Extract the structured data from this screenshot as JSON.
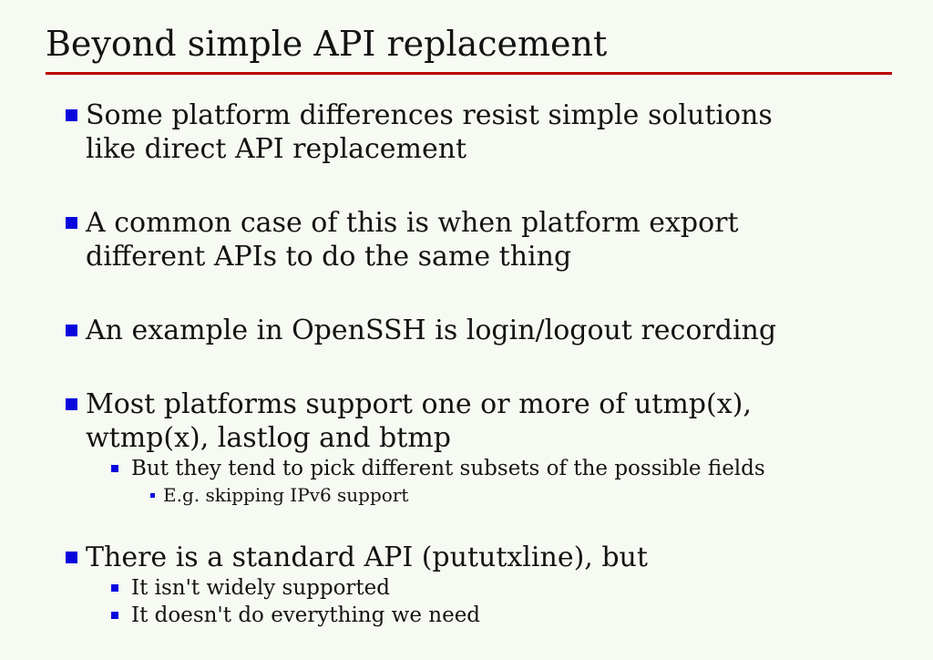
{
  "slide": {
    "title": "Beyond simple API replacement",
    "items": [
      {
        "label": "Some platform differences resist simple solutions\nlike direct API replacement"
      },
      {
        "label": "A common case of this is when platform export\ndifferent APIs to do the same thing"
      },
      {
        "label": "An example in OpenSSH is login/logout recording"
      },
      {
        "label": "Most platforms support one or more of utmp(x),\nwtmp(x), lastlog and btmp",
        "children": [
          {
            "label": "But they tend to pick different subsets of the possible fields",
            "children": [
              {
                "label": "E.g. skipping IPv6 support"
              }
            ]
          }
        ]
      },
      {
        "label": "There is a standard API (pututxline), but",
        "children": [
          {
            "label": "It isn't widely supported"
          },
          {
            "label": "It doesn't do everything we need"
          }
        ]
      }
    ]
  },
  "colors": {
    "background": "#f6faf3",
    "title_rule": "#bb0000",
    "bullet": "#0707dd",
    "text": "#131313"
  }
}
